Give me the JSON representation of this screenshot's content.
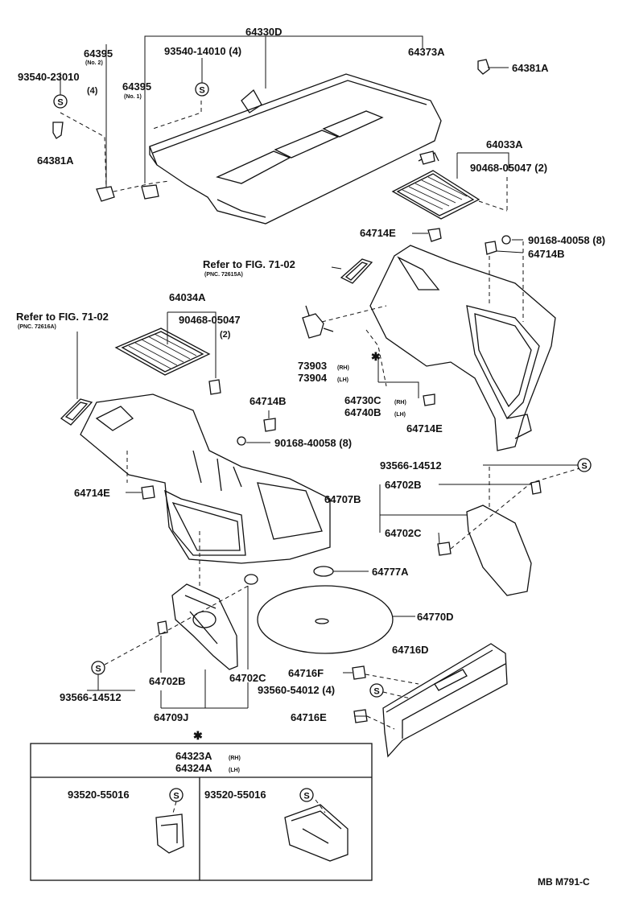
{
  "labels": {
    "l64330D": "64330D",
    "l64395a": "64395",
    "l64395a_sub": "(No. 2)",
    "l93540_23010": "93540-23010",
    "l93540_23010_q": "(4)",
    "l93540_14010": "93540-14010 (4)",
    "l64395b": "64395",
    "l64395b_sub": "(No. 1)",
    "l64373A": "64373A",
    "l64381A_r": "64381A",
    "l64381A_l": "64381A",
    "l64033A": "64033A",
    "l90468_r": "90468-05047 (2)",
    "l64714E_t": "64714E",
    "l90168_r": "90168-40058 (8)",
    "l64714B_r": "64714B",
    "refer_r": "Refer to FIG. 71-02",
    "refer_r_sub": "(PNC. 72615A)",
    "refer_l": "Refer to FIG. 71-02",
    "refer_l_sub": "(PNC. 72616A)",
    "l64034A": "64034A",
    "l90468_l": "90468-05047",
    "l90468_l_q": "(2)",
    "l73903": "73903",
    "l73903_sub": "(RH)",
    "l73904": "73904",
    "l73904_sub": "(LH)",
    "l64714B_c": "64714B",
    "l64730C": "64730C",
    "l64730C_sub": "(RH)",
    "l64740B": "64740B",
    "l64740B_sub": "(LH)",
    "l64714E_c": "64714E",
    "l90168_c": "90168-40058 (8)",
    "l93566_r": "93566-14512",
    "l64702B_r": "64702B",
    "l64714E_l": "64714E",
    "l64707B": "64707B",
    "l64702C_r": "64702C",
    "l64777A": "64777A",
    "l64770D": "64770D",
    "l64716D": "64716D",
    "l64716F": "64716F",
    "l93560": "93560-54012 (4)",
    "l64716E": "64716E",
    "l64702B_l": "64702B",
    "l64702C_l": "64702C",
    "l93566_l": "93566-14512",
    "l64709J": "64709J",
    "l64323A": "64323A",
    "l64323A_sub": "(RH)",
    "l64324A": "64324A",
    "l64324A_sub": "(LH)",
    "l93520_a": "93520-55016",
    "l93520_b": "93520-55016",
    "code": "MB M791-C",
    "screw": "S",
    "star": "✱"
  },
  "colors": {
    "ink": "#111111",
    "paper": "#ffffff"
  }
}
